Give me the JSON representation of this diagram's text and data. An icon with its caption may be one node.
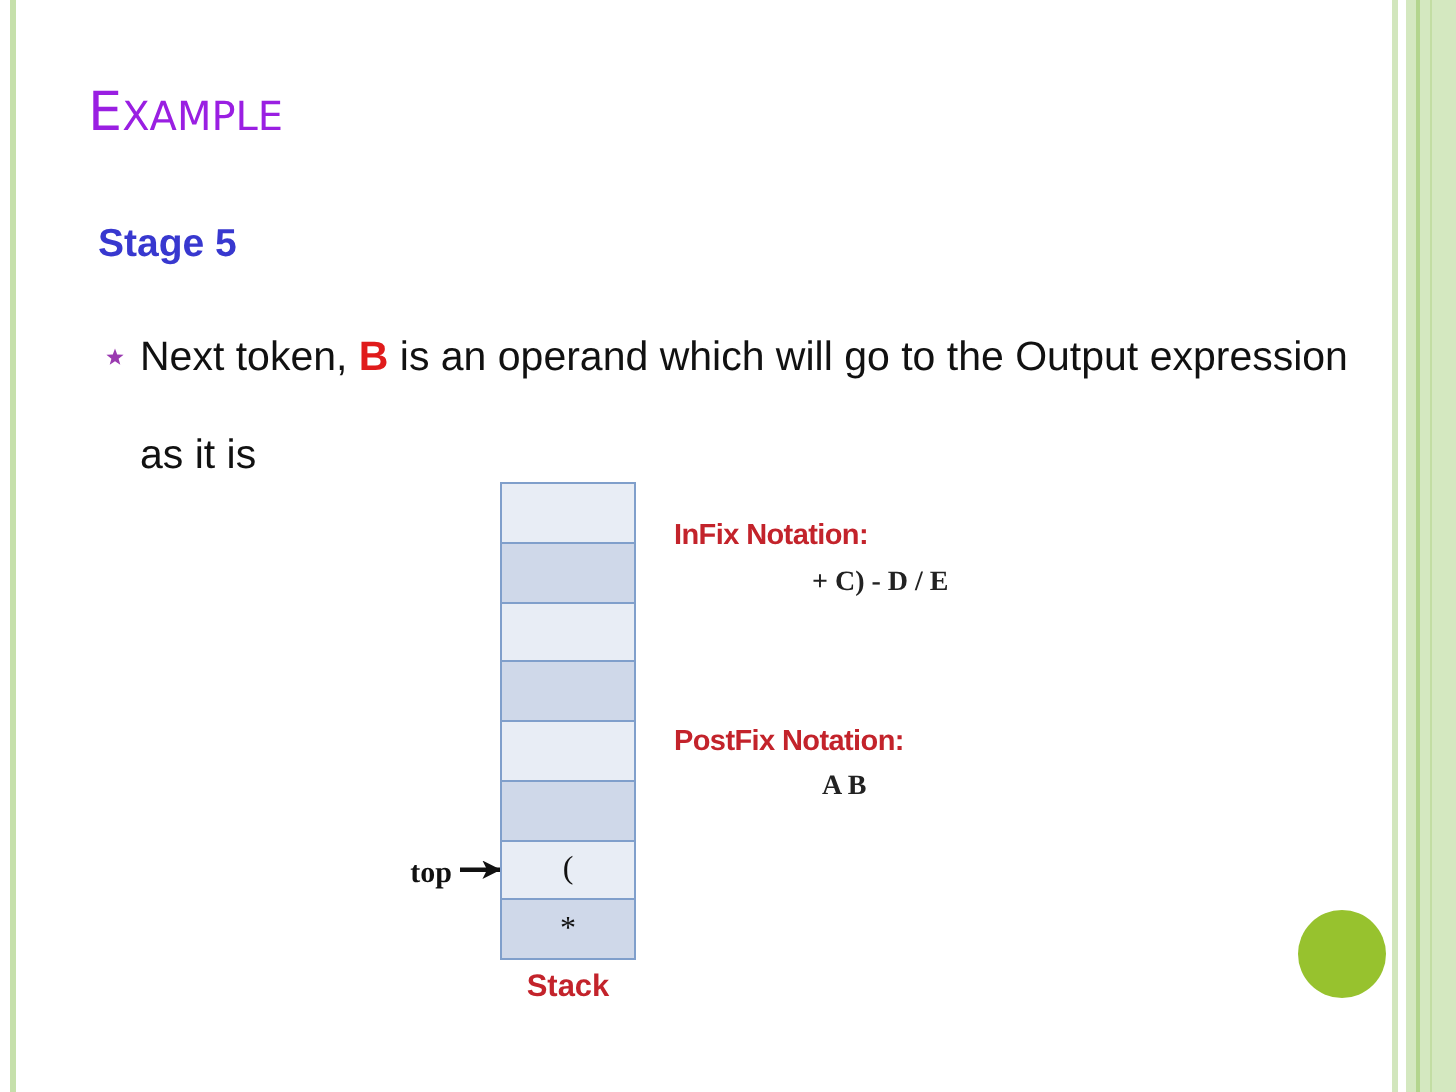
{
  "diagram": {
    "title": "EXAMPLE",
    "nodes": [
      {
        "text": [
          "Stack"
        ]
      },
      {
        "text": [],
        "shape": "box",
        "in": 0
      },
      {
        "text": [],
        "shape": "box",
        "in": 0
      },
      {
        "text": [],
        "shape": "box",
        "in": 0
      },
      {
        "text": [],
        "shape": "box",
        "in": 0
      },
      {
        "text": [],
        "shape": "box",
        "in": 0
      },
      {
        "text": [],
        "shape": "box",
        "in": 0
      },
      {
        "text": [
          "("
        ],
        "in": 0
      },
      {
        "text": [
          "*"
        ],
        "in": 0
      },
      {
        "text": [
          "top"
        ]
      }
    ],
    "edges": [
      {
        "from": 9,
        "to": 7,
        "arrow": "to"
      }
    ],
    "labels": [
      "Stage 5",
      "Next token, **B** is an operand which will go to the Output expression as it is",
      "InFix Notation:",
      "+ C) - D / E",
      "PostFix Notation:",
      "A B"
    ]
  }
}
